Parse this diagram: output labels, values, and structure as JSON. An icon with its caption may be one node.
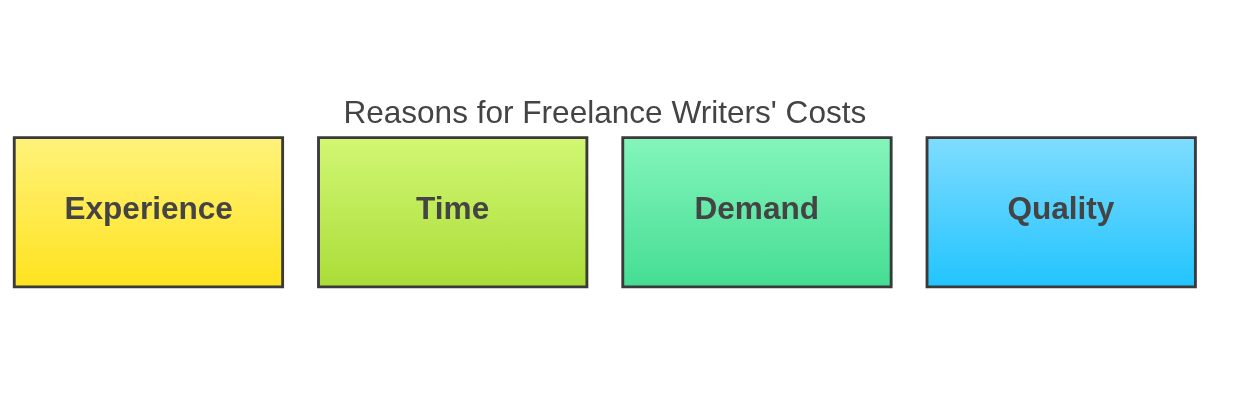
{
  "diagram": {
    "title": "Reasons for Freelance Writers' Costs",
    "nodes": [
      {
        "text": [
          "Experience"
        ]
      },
      {
        "text": [
          "Time"
        ]
      },
      {
        "text": [
          "Demand"
        ]
      },
      {
        "text": [
          "Quality"
        ]
      }
    ]
  }
}
